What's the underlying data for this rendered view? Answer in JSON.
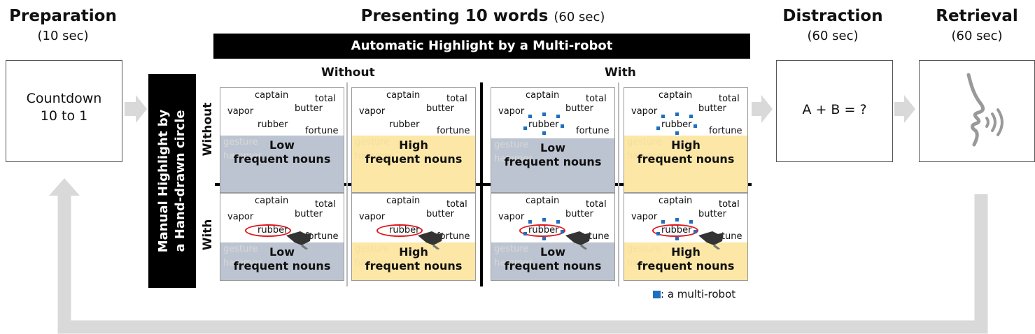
{
  "stages": {
    "preparation": {
      "title": "Preparation",
      "duration": "(10 sec)",
      "box_line1": "Countdown",
      "box_line2": "10 to 1"
    },
    "presenting": {
      "title": "Presenting 10 words",
      "duration": "(60 sec)"
    },
    "distraction": {
      "title": "Distraction",
      "duration": "(60 sec)",
      "box_text": "A + B = ?"
    },
    "retrieval": {
      "title": "Retrieval",
      "duration": "(60 sec)",
      "icon": "speaking-face-icon"
    }
  },
  "matrix": {
    "automatic_bar": "Automatic Highlight by a Multi-robot",
    "manual_bar_line1": "Manual Highlight by",
    "manual_bar_line2": "a Hand-drawn circle",
    "col_without": "Without",
    "col_with": "With",
    "row_without": "Without",
    "row_with": "With",
    "words": {
      "captain": "captain",
      "total": "total",
      "vapor": "vapor",
      "butter": "butter",
      "rubber": "rubber",
      "fortune": "fortune",
      "gesture": "gesture",
      "hammer": "hammer"
    },
    "low_line1": "Low",
    "high_line1": "High",
    "nouns_line2": "frequent nouns",
    "legend": ": a multi-robot"
  },
  "colors": {
    "low_band": "#bcc4d1",
    "high_band": "#fde7a6",
    "robot": "#1e6fc0",
    "circle": "#e0161b",
    "arrow": "#d9d9d9"
  }
}
